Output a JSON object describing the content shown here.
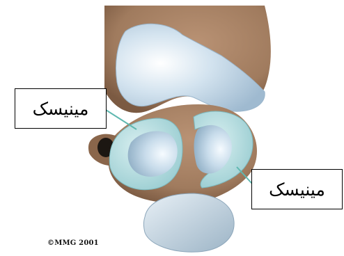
{
  "diagram": {
    "labels": {
      "left": "مینیسک",
      "right": "مینیسک"
    },
    "copyright": "©MMG 2001",
    "colors": {
      "bone": "#a98466",
      "bone_dark": "#7e5c43",
      "cartilage": "#b9d2e4",
      "meniscus": "#a9d8dc",
      "background": "#ffffff"
    }
  }
}
